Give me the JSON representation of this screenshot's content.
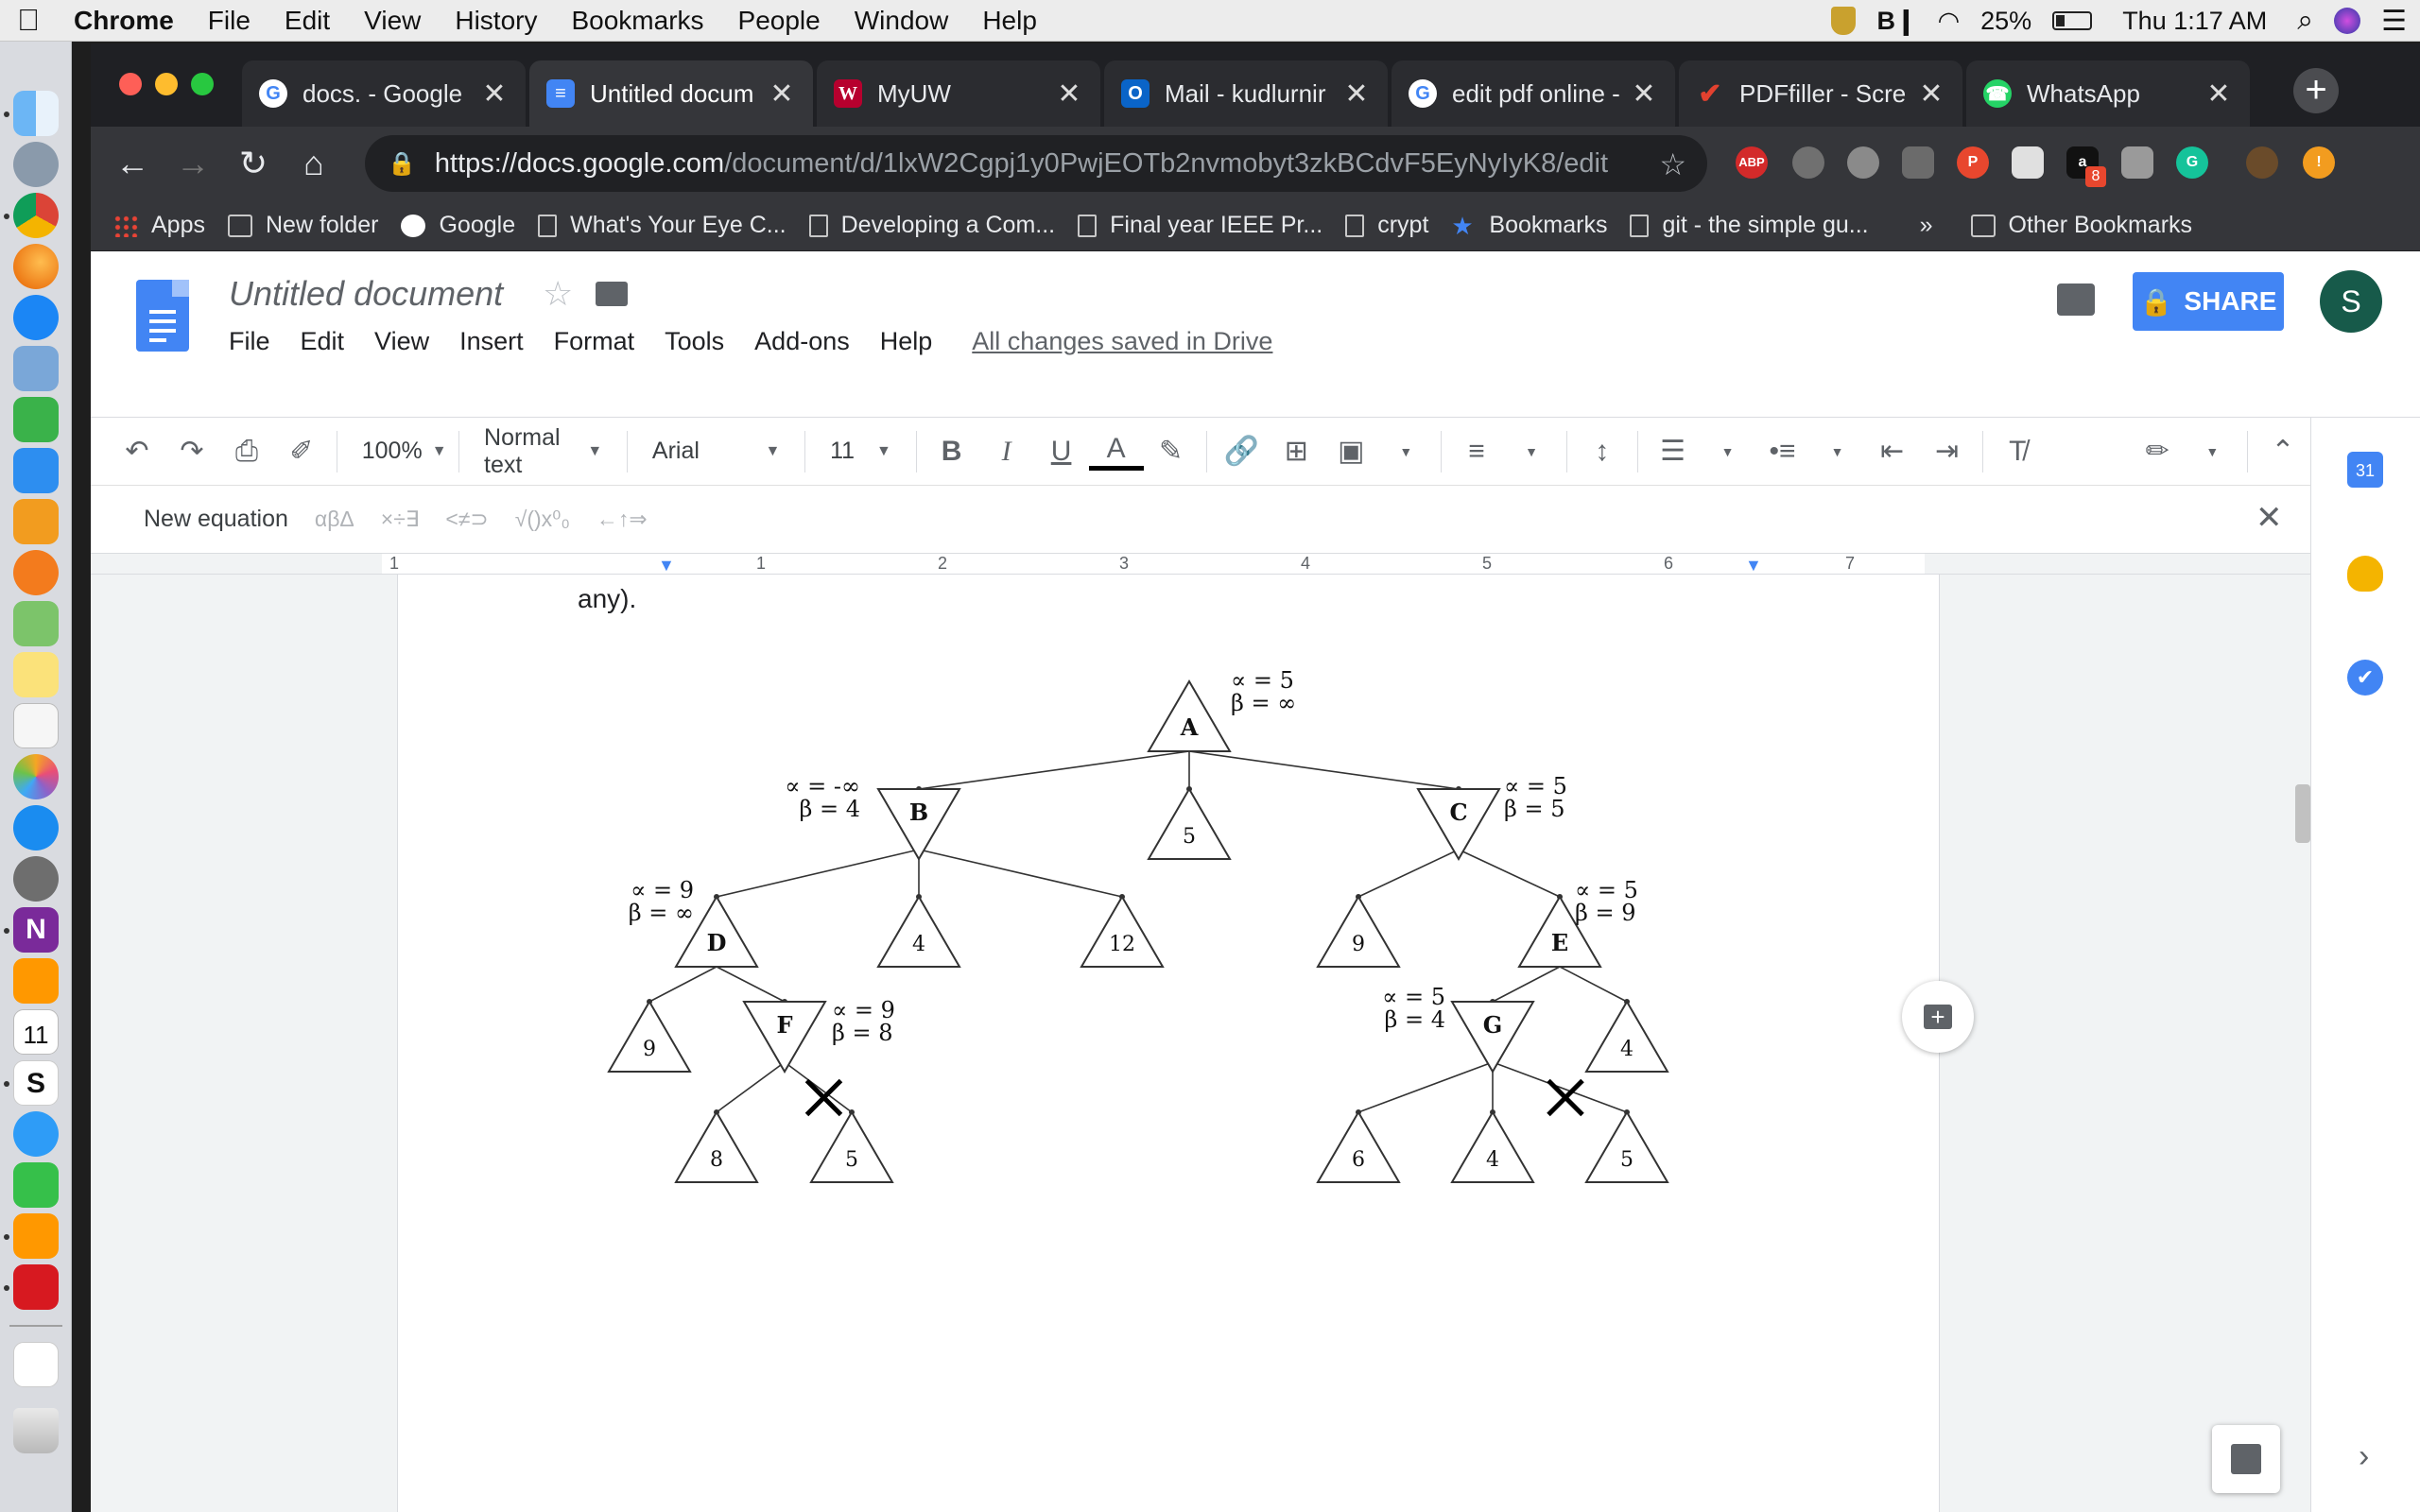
{
  "menubar": {
    "app": "Chrome",
    "items": [
      "File",
      "Edit",
      "View",
      "History",
      "Bookmarks",
      "People",
      "Window",
      "Help"
    ],
    "battery": "25%",
    "clock": "Thu 1:17 AM"
  },
  "dock": {
    "apps": [
      "Finder",
      "Launchpad",
      "Chrome",
      "Firefox",
      "Safari",
      "Preview",
      "Numbers",
      "Keynote",
      "Pages",
      "iBooks",
      "Maps",
      "Notes",
      "Reminders",
      "Photos",
      "App Store",
      "System Preferences",
      "OneNote",
      "Sublime Text",
      "Calendar",
      "Slack",
      "Messages",
      "FaceTime",
      "Sublime Text",
      "Acrobat",
      "Downloads",
      "Trash"
    ],
    "calendar_badge": "11"
  },
  "browser": {
    "tabs": [
      {
        "label": "docs. - Google",
        "icon": "google-icon",
        "active": false
      },
      {
        "label": "Untitled docum",
        "icon": "docs-icon",
        "active": true
      },
      {
        "label": "MyUW",
        "icon": "uw-icon",
        "active": false
      },
      {
        "label": "Mail - kudlurnir",
        "icon": "outlook-icon",
        "active": false
      },
      {
        "label": "edit pdf online -",
        "icon": "google-icon",
        "active": false
      },
      {
        "label": "PDFfiller - Scre",
        "icon": "pdffiller-icon",
        "active": false
      },
      {
        "label": "WhatsApp",
        "icon": "whatsapp-icon",
        "active": false
      }
    ],
    "url_host": "https://docs.google.com",
    "url_path": "/document/d/1lxW2Cgpj1y0PwjEOTb2nvmobyt3zkBCdvF5EyNyIyK8/edit",
    "extension_badge": "8",
    "bookmarks": [
      "Apps",
      "New folder",
      "Google",
      "What's Your Eye C...",
      "Developing a Com...",
      "Final year IEEE Pr...",
      "crypt",
      "Bookmarks",
      "git - the simple gu..."
    ],
    "bookmarks_overflow": "»",
    "other_bookmarks": "Other Bookmarks"
  },
  "docs": {
    "title": "Untitled document",
    "menu": [
      "File",
      "Edit",
      "View",
      "Insert",
      "Format",
      "Tools",
      "Add-ons",
      "Help"
    ],
    "save_status": "All changes saved in Drive",
    "share_label": "SHARE",
    "avatar_letter": "S",
    "toolbar": {
      "zoom": "100%",
      "style": "Normal text",
      "font": "Arial",
      "size": "11"
    },
    "equation_bar": {
      "new_equation": "New equation",
      "groups": [
        "αβΔ",
        "×÷∃",
        "<≠⊃",
        "√()x⁰₀",
        "←↑⇒"
      ]
    },
    "ruler_numbers": [
      "1",
      "1",
      "2",
      "3",
      "4",
      "5",
      "6",
      "7"
    ],
    "page_text": "any).",
    "calendar_day": "31"
  },
  "chart_data": {
    "type": "diagram",
    "description_source": "alpha-beta pruning game tree",
    "nodes": [
      {
        "id": "A",
        "kind": "max",
        "alpha": "5",
        "beta": "∞"
      },
      {
        "id": "B",
        "kind": "min",
        "alpha": "-∞",
        "beta": "4"
      },
      {
        "id": "5",
        "kind": "leaf"
      },
      {
        "id": "C",
        "kind": "min",
        "alpha": "5",
        "beta": "5"
      },
      {
        "id": "D",
        "kind": "max",
        "alpha": "9",
        "beta": "∞"
      },
      {
        "id": "4",
        "kind": "leaf"
      },
      {
        "id": "12",
        "kind": "leaf"
      },
      {
        "id": "9",
        "kind": "leaf"
      },
      {
        "id": "E",
        "kind": "max",
        "alpha": "5",
        "beta": "9"
      },
      {
        "id": "9",
        "kind": "leaf"
      },
      {
        "id": "F",
        "kind": "min",
        "alpha": "9",
        "beta": "8"
      },
      {
        "id": "G",
        "kind": "min",
        "alpha": "5",
        "beta": "4"
      },
      {
        "id": "4",
        "kind": "leaf"
      },
      {
        "id": "8",
        "kind": "leaf"
      },
      {
        "id": "5",
        "kind": "leaf"
      },
      {
        "id": "6",
        "kind": "leaf"
      },
      {
        "id": "4",
        "kind": "leaf"
      },
      {
        "id": "5",
        "kind": "leaf"
      }
    ],
    "edges": [
      [
        "A",
        "B"
      ],
      [
        "A",
        "5"
      ],
      [
        "A",
        "C"
      ],
      [
        "B",
        "D"
      ],
      [
        "B",
        "4"
      ],
      [
        "B",
        "12"
      ],
      [
        "C",
        "9"
      ],
      [
        "C",
        "E"
      ],
      [
        "D",
        "9"
      ],
      [
        "D",
        "F"
      ],
      [
        "F",
        "8"
      ],
      [
        "F",
        "5"
      ],
      [
        "E",
        "G"
      ],
      [
        "E",
        "4"
      ],
      [
        "G",
        "6"
      ],
      [
        "G",
        "4"
      ],
      [
        "G",
        "5"
      ]
    ],
    "pruned_edges": [
      [
        "F",
        "5"
      ],
      [
        "G",
        "5"
      ]
    ],
    "labels": {
      "alpha_sym": "∝",
      "beta_sym": "β",
      "eq": "="
    }
  }
}
